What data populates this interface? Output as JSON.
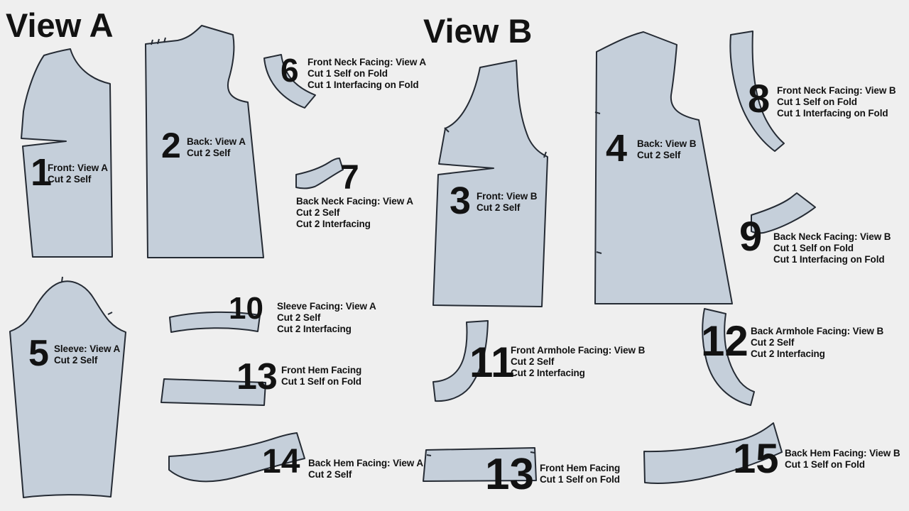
{
  "colors": {
    "background": "#efefef",
    "piece_fill": "#c5cfda",
    "piece_stroke": "#252b34",
    "text": "#121212"
  },
  "sections": [
    {
      "label": "View A"
    },
    {
      "label": "View B"
    }
  ],
  "pieces": [
    {
      "number": "1",
      "lines": [
        "Front: View A",
        "Cut 2 Self"
      ]
    },
    {
      "number": "2",
      "lines": [
        "Back: View A",
        "Cut 2 Self"
      ]
    },
    {
      "number": "6",
      "lines": [
        "Front Neck Facing: View A",
        "Cut 1 Self on Fold",
        "Cut 1 Interfacing on Fold"
      ]
    },
    {
      "number": "7",
      "lines": [
        "Back Neck Facing: View A",
        "Cut 2 Self",
        "Cut 2 Interfacing"
      ]
    },
    {
      "number": "5",
      "lines": [
        "Sleeve: View A",
        "Cut 2 Self"
      ]
    },
    {
      "number": "10",
      "lines": [
        "Sleeve Facing: View A",
        "Cut 2 Self",
        "Cut 2 Interfacing"
      ]
    },
    {
      "number": "13",
      "lines": [
        "Front Hem Facing",
        "Cut 1 Self on Fold"
      ]
    },
    {
      "number": "14",
      "lines": [
        "Back Hem Facing: View A",
        "Cut 2 Self"
      ]
    },
    {
      "number": "3",
      "lines": [
        "Front: View B",
        "Cut 2 Self"
      ]
    },
    {
      "number": "4",
      "lines": [
        "Back: View B",
        "Cut 2 Self"
      ]
    },
    {
      "number": "8",
      "lines": [
        "Front Neck Facing: View B",
        "Cut 1 Self on Fold",
        "Cut 1 Interfacing on Fold"
      ]
    },
    {
      "number": "9",
      "lines": [
        "Back Neck Facing: View B",
        "Cut 1 Self on Fold",
        "Cut 1 Interfacing on Fold"
      ]
    },
    {
      "number": "11",
      "lines": [
        "Front Armhole Facing: View B",
        "Cut 2 Self",
        "Cut 2 Interfacing"
      ]
    },
    {
      "number": "12",
      "lines": [
        "Back Armhole Facing: View B",
        "Cut 2 Self",
        "Cut 2 Interfacing"
      ]
    },
    {
      "number": "13",
      "lines": [
        "Front Hem Facing",
        "Cut 1 Self on Fold"
      ]
    },
    {
      "number": "15",
      "lines": [
        "Back Hem Facing: View B",
        "Cut 1 Self on Fold"
      ]
    }
  ]
}
